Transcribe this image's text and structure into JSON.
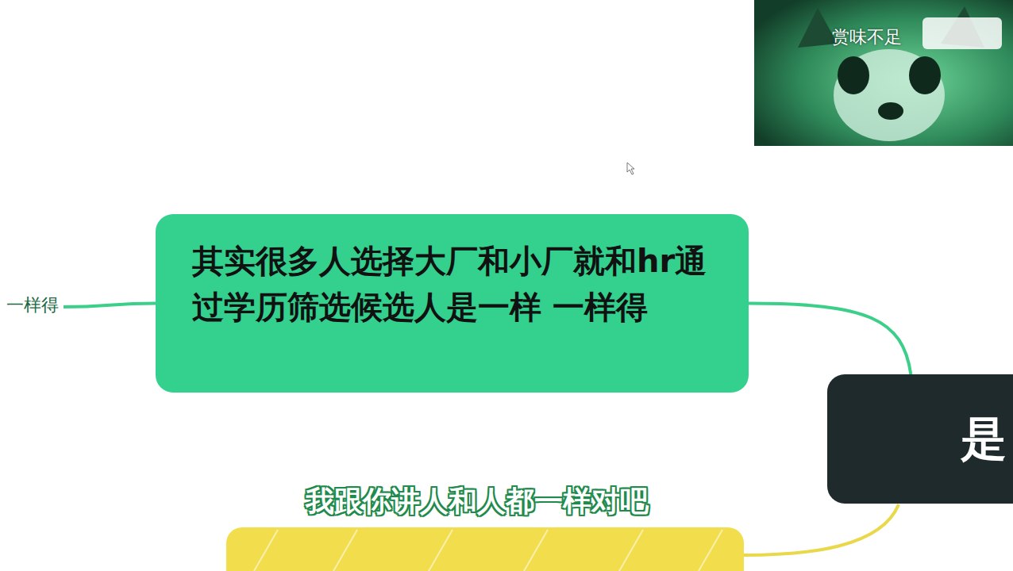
{
  "diagram": {
    "nodes": [
      {
        "text": [
          "一样得"
        ]
      },
      {
        "text": [
          "其实很多人选择大厂和小厂就和hr通过学历筛选候选人是一样 一样得"
        ]
      },
      {
        "text": [
          "是"
        ]
      }
    ],
    "edges": [
      {
        "from": 0,
        "to": 1,
        "arrow": "none"
      },
      {
        "from": 1,
        "to": 2,
        "arrow": "none"
      }
    ],
    "labels": [
      "我跟你讲人和人都一样对吧",
      "赏味不足"
    ]
  }
}
